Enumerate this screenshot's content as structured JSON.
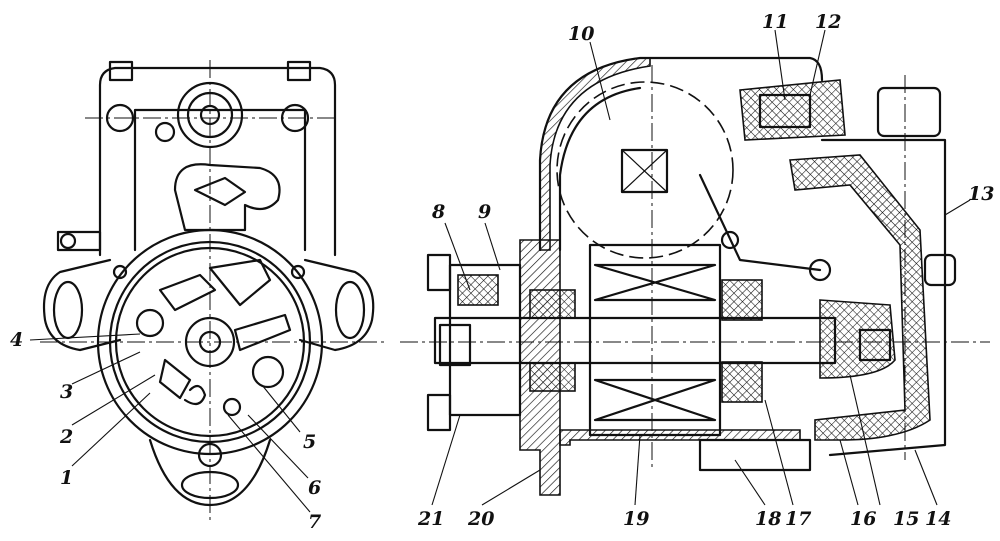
{
  "figure": {
    "callouts_front_view": [
      "1",
      "2",
      "3",
      "4",
      "5",
      "6",
      "7"
    ],
    "callouts_section_view": [
      "8",
      "9",
      "10",
      "11",
      "12",
      "13",
      "14",
      "15",
      "16",
      "17",
      "18",
      "19",
      "20",
      "21"
    ]
  }
}
